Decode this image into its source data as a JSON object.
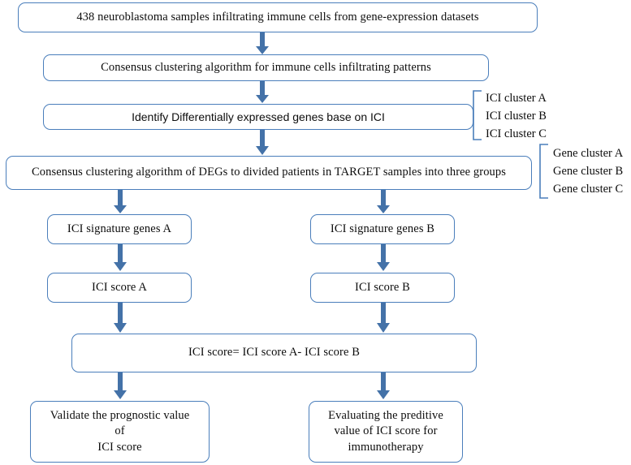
{
  "diagram": {
    "title": "Neuroblastoma immune cell infiltration ICI score workflow",
    "accent_color": "#4a7ebb",
    "arrow_color": "#4472a8",
    "text_color": "#0d0d0d",
    "background_color": "#ffffff",
    "nodes": {
      "samples": "438 neuroblastoma samples infiltrating  immune cells from gene-expression datasets",
      "consensus_immune": "Consensus clustering algorithm  for immune cells infiltrating  patterns",
      "identify_degs": "Identify Differentially expressed genes base on ICI",
      "consensus_degs": "Consensus clustering algorithm  of DEGs to divided patients in TARGET samples into three groups",
      "signature_a": "ICI signature  genes A",
      "signature_b": "ICI signature  genes B",
      "score_a": "ICI score A",
      "score_b": "ICI score B",
      "score_formula": "ICI score= ICI score A- ICI score B",
      "validate_line1": "Validate  the prognostic value",
      "validate_line2": "of",
      "validate_line3": "ICI score",
      "evaluate_line1": "Evaluating  the preditive",
      "evaluate_line2": "value  of ICI score for",
      "evaluate_line3": "immunotherapy"
    },
    "ici_cluster_labels": [
      "ICI cluster A",
      "ICI cluster B",
      "ICI cluster C"
    ],
    "gene_cluster_labels": [
      "Gene cluster A",
      "Gene cluster B",
      "Gene cluster C"
    ]
  }
}
